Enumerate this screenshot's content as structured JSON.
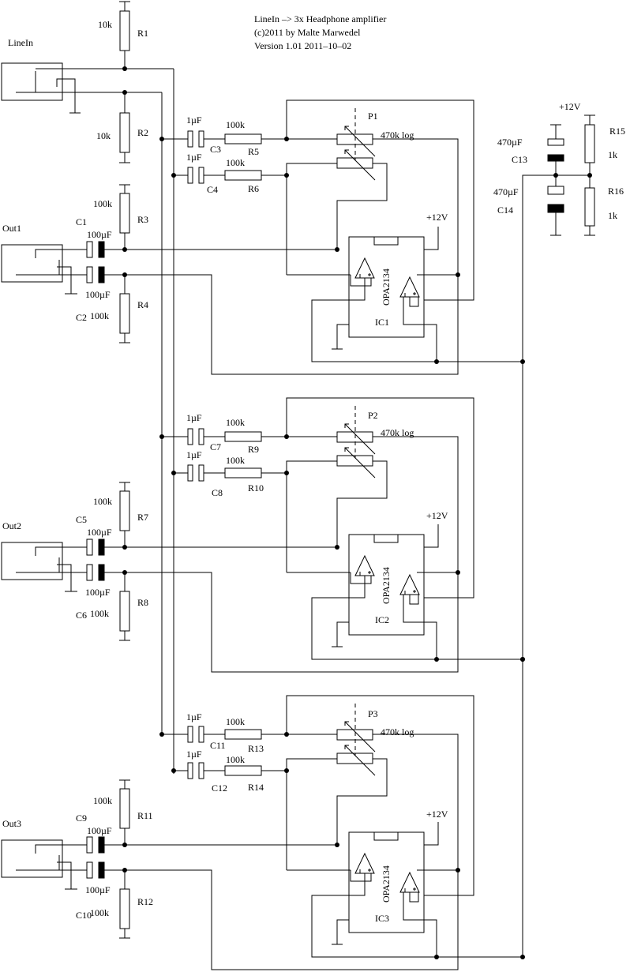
{
  "header": {
    "title_line1": "LineIn –> 3x Headphone amplifier",
    "title_line2": "(c)2011 by Malte Marwedel",
    "title_line3": "Version 1.01 2011–10–02"
  },
  "input": {
    "jack_label": "LineIn",
    "r1": {
      "name": "R1",
      "value": "10k"
    },
    "r2": {
      "name": "R2",
      "value": "10k"
    }
  },
  "power": {
    "supply_label": "+12V",
    "c13": {
      "name": "C13",
      "value": "470µF"
    },
    "c14": {
      "name": "C14",
      "value": "470µF"
    },
    "r15": {
      "name": "R15",
      "value": "1k"
    },
    "r16": {
      "name": "R16",
      "value": "1k"
    }
  },
  "channels": [
    {
      "out": "Out1",
      "pot": "P1",
      "pot_value": "470k log",
      "ic": "IC1",
      "opamp": "OPA2134",
      "vcc": "+12V",
      "cin_a": {
        "name": "C3",
        "value": "1µF"
      },
      "cin_b": {
        "name": "C4",
        "value": "1µF"
      },
      "rin_a": {
        "name": "R5",
        "value": "100k"
      },
      "rin_b": {
        "name": "R6",
        "value": "100k"
      },
      "cout_a": {
        "name": "C1",
        "value": "100µF"
      },
      "cout_b": {
        "name": "C2",
        "value": "100µF"
      },
      "rout_a": {
        "name": "R3",
        "value": "100k"
      },
      "rout_b": {
        "name": "R4",
        "value": "100k"
      }
    },
    {
      "out": "Out2",
      "pot": "P2",
      "pot_value": "470k log",
      "ic": "IC2",
      "opamp": "OPA2134",
      "vcc": "+12V",
      "cin_a": {
        "name": "C7",
        "value": "1µF"
      },
      "cin_b": {
        "name": "C8",
        "value": "1µF"
      },
      "rin_a": {
        "name": "R9",
        "value": "100k"
      },
      "rin_b": {
        "name": "R10",
        "value": "100k"
      },
      "cout_a": {
        "name": "C5",
        "value": "100µF"
      },
      "cout_b": {
        "name": "C6",
        "value": "100µF"
      },
      "rout_a": {
        "name": "R7",
        "value": "100k"
      },
      "rout_b": {
        "name": "R8",
        "value": "100k"
      }
    },
    {
      "out": "Out3",
      "pot": "P3",
      "pot_value": "470k log",
      "ic": "IC3",
      "opamp": "OPA2134",
      "vcc": "+12V",
      "cin_a": {
        "name": "C11",
        "value": "1µF"
      },
      "cin_b": {
        "name": "C12",
        "value": "1µF"
      },
      "rin_a": {
        "name": "R13",
        "value": "100k"
      },
      "rin_b": {
        "name": "R14",
        "value": "100k"
      },
      "cout_a": {
        "name": "C9",
        "value": "100µF"
      },
      "cout_b": {
        "name": "C10",
        "value": "100µF"
      },
      "rout_a": {
        "name": "R11",
        "value": "100k"
      },
      "rout_b": {
        "name": "R12",
        "value": "100k"
      }
    }
  ]
}
